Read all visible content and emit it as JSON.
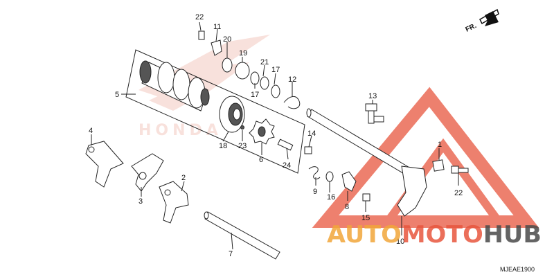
{
  "diagram": {
    "direction_label": "FR.",
    "code": "MJEAE1900",
    "watermark": {
      "auto": "AUTO",
      "moto": "MOTO",
      "hub": "HUB"
    },
    "colors": {
      "watermark_red": "#e8563e",
      "watermark_orange": "#f2a63a",
      "watermark_gray": "#4a4a4a",
      "logo_red": "#f4c9c0"
    },
    "callouts": [
      {
        "id": "22a",
        "label": "22"
      },
      {
        "id": "11",
        "label": "11"
      },
      {
        "id": "20",
        "label": "20"
      },
      {
        "id": "19",
        "label": "19"
      },
      {
        "id": "21",
        "label": "21"
      },
      {
        "id": "17a",
        "label": "17"
      },
      {
        "id": "17b",
        "label": "17"
      },
      {
        "id": "12",
        "label": "12"
      },
      {
        "id": "5",
        "label": "5"
      },
      {
        "id": "13",
        "label": "13"
      },
      {
        "id": "18",
        "label": "18"
      },
      {
        "id": "23",
        "label": "23"
      },
      {
        "id": "6",
        "label": "6"
      },
      {
        "id": "14",
        "label": "14"
      },
      {
        "id": "24",
        "label": "24"
      },
      {
        "id": "4",
        "label": "4"
      },
      {
        "id": "1",
        "label": "1"
      },
      {
        "id": "22b",
        "label": "22"
      },
      {
        "id": "9",
        "label": "9"
      },
      {
        "id": "16",
        "label": "16"
      },
      {
        "id": "8",
        "label": "8"
      },
      {
        "id": "15",
        "label": "15"
      },
      {
        "id": "3",
        "label": "3"
      },
      {
        "id": "2",
        "label": "2"
      },
      {
        "id": "7",
        "label": "7"
      },
      {
        "id": "10",
        "label": "10"
      }
    ]
  }
}
